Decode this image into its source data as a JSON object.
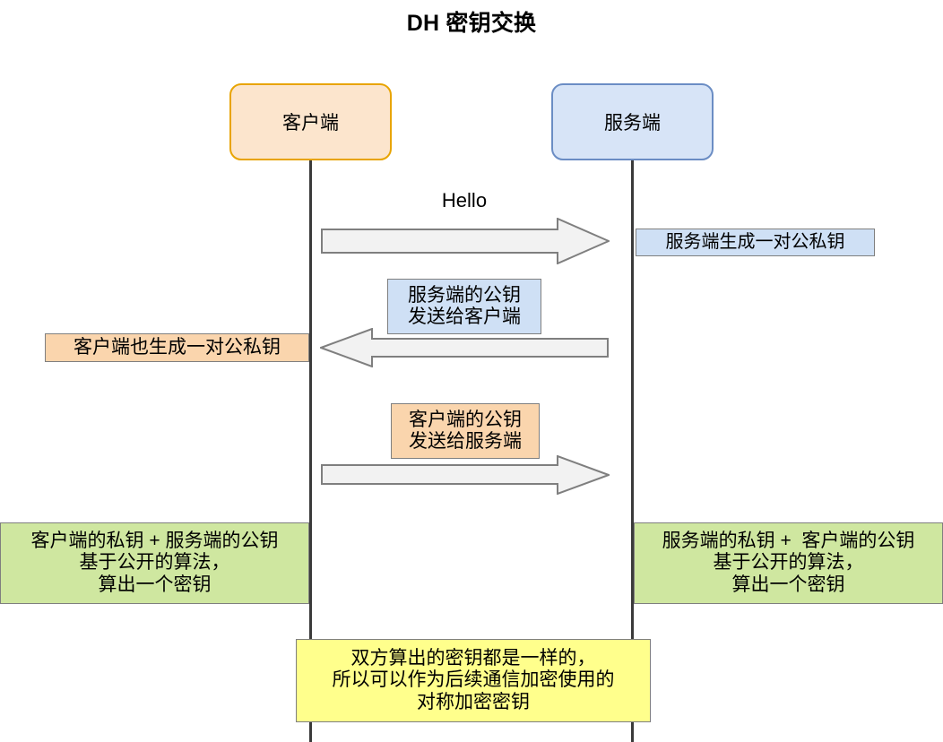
{
  "diagram": {
    "title": "DH 密钥交换",
    "type": "sequence-diagram",
    "background": "#ffffff",
    "colors": {
      "client_fill": "#fce5cd",
      "client_border": "#e8a401",
      "server_fill": "#d7e4f7",
      "server_border": "#6b8dc4",
      "note_blue": "#cfe0f5",
      "note_orange": "#fad5ad",
      "note_green": "#cfe7a0",
      "note_yellow": "#ffff8c",
      "arrow_fill": "#f2f2f2",
      "arrow_stroke": "#7f7f7f",
      "lifeline": "#3a3a3a"
    }
  },
  "actors": {
    "client": {
      "label": "客户端"
    },
    "server": {
      "label": "服务端"
    }
  },
  "messages": [
    {
      "label": "Hello",
      "direction": "client-to-server"
    },
    {
      "label": "服务端的公钥\n发送给客户端",
      "direction": "server-to-client"
    },
    {
      "label": "客户端的公钥\n发送给服务端",
      "direction": "client-to-server"
    }
  ],
  "notes": {
    "server_keypair": "服务端生成一对公私钥",
    "server_pubkey_msg": "服务端的公钥\n发送给客户端",
    "client_keypair": "客户端也生成一对公私钥",
    "client_pubkey_msg": "客户端的公钥\n发送给服务端",
    "client_compute": "客户端的私钥 + 服务端的公钥\n基于公开的算法，\n算出一个密钥",
    "server_compute": "服务端的私钥 +  客户端的公钥\n基于公开的算法，\n算出一个密钥",
    "conclusion": "双方算出的密钥都是一样的，\n所以可以作为后续通信加密使用的\n对称加密密钥"
  }
}
